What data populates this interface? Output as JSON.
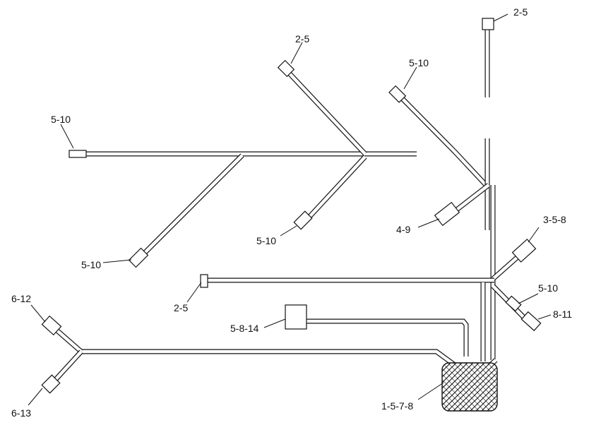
{
  "labels": {
    "top_right_connector": "2-5",
    "top_center_connector": "2-5",
    "upper_right_branch": "5-10",
    "left_end": "5-10",
    "mid_branch": "5-10",
    "lower_left_branch": "5-10",
    "right_branch_connector": "4-9",
    "right_side_upper": "3-5-8",
    "right_side_mid": "5-10",
    "right_side_lower": "8-11",
    "middle_stub": "2-5",
    "relay_block": "5-8-14",
    "left_top": "6-12",
    "left_bottom": "6-13",
    "main_connector": "1-5-7-8"
  }
}
